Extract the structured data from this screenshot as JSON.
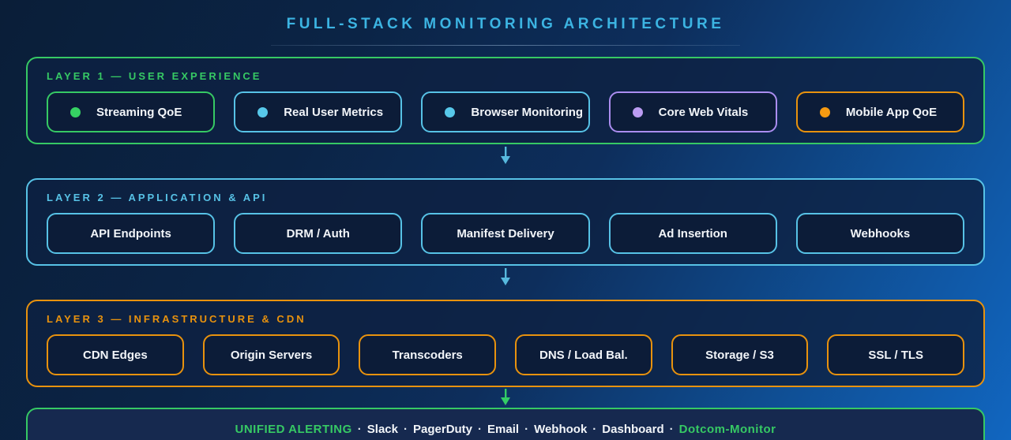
{
  "title": "FULL-STACK MONITORING ARCHITECTURE",
  "colors": {
    "title": "#3cb4e2",
    "accent_green": "#36c964",
    "accent_cyan": "#57c2e6",
    "accent_purple": "#ab8df0",
    "accent_orange": "#e8920e"
  },
  "layers": [
    {
      "label": "LAYER 1 — USER EXPERIENCE",
      "accent": "#36c964",
      "chips": [
        {
          "label": "Streaming QoE",
          "accent": "#36c964",
          "dot_color": "#36d263",
          "has_dot": true
        },
        {
          "label": "Real User Metrics",
          "accent": "#57c2e6",
          "dot_color": "#57c8ea",
          "has_dot": true
        },
        {
          "label": "Browser Monitoring",
          "accent": "#57c2e6",
          "dot_color": "#57c8ea",
          "has_dot": true
        },
        {
          "label": "Core Web Vitals",
          "accent": "#ab8df0",
          "dot_color": "#bb9cf2",
          "has_dot": true
        },
        {
          "label": "Mobile App QoE",
          "accent": "#e8920e",
          "dot_color": "#f59a12",
          "has_dot": true
        }
      ]
    },
    {
      "label": "LAYER 2 — APPLICATION & API",
      "accent": "#57c2e6",
      "chips": [
        {
          "label": "API Endpoints"
        },
        {
          "label": "DRM / Auth"
        },
        {
          "label": "Manifest Delivery"
        },
        {
          "label": "Ad Insertion"
        },
        {
          "label": "Webhooks"
        }
      ]
    },
    {
      "label": "LAYER 3 — INFRASTRUCTURE & CDN",
      "accent": "#e8920e",
      "chips": [
        {
          "label": "CDN Edges"
        },
        {
          "label": "Origin Servers"
        },
        {
          "label": "Transcoders"
        },
        {
          "label": "DNS / Load Bal."
        },
        {
          "label": "Storage / S3"
        },
        {
          "label": "SSL / TLS"
        }
      ]
    }
  ],
  "arrows": [
    {
      "color": "#57b9de"
    },
    {
      "color": "#57b9de"
    },
    {
      "color": "#33cc66"
    }
  ],
  "footer": {
    "border_color": "#36c964",
    "separator": "·",
    "segments": [
      {
        "text": "UNIFIED ALERTING",
        "emphasis": "green"
      },
      {
        "text": "Slack",
        "emphasis": "white"
      },
      {
        "text": "PagerDuty",
        "emphasis": "white"
      },
      {
        "text": "Email",
        "emphasis": "white"
      },
      {
        "text": "Webhook",
        "emphasis": "white"
      },
      {
        "text": "Dashboard",
        "emphasis": "white"
      },
      {
        "text": "Dotcom-Monitor",
        "emphasis": "green"
      }
    ]
  }
}
